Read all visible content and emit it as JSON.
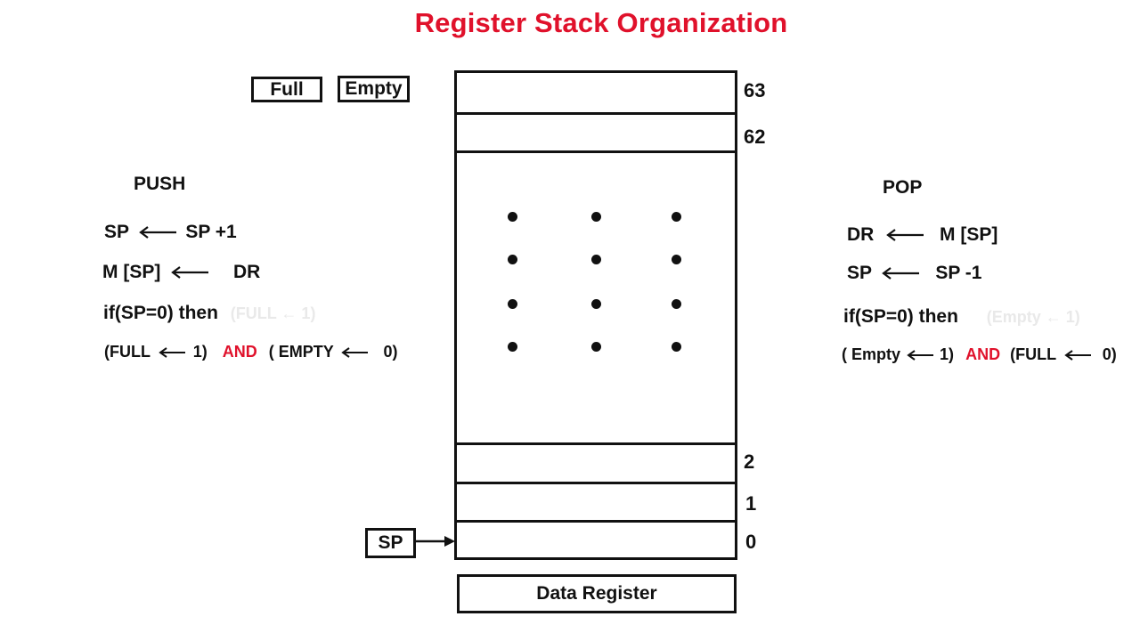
{
  "title": "Register Stack Organization",
  "flags": {
    "full": "Full",
    "empty": "Empty"
  },
  "stack": {
    "indices": {
      "i63": "63",
      "i62": "62",
      "i2": "2",
      "i1": "1",
      "i0": "0"
    }
  },
  "sp_box": "SP",
  "data_register": "Data Register",
  "push": {
    "heading": "PUSH",
    "line1": {
      "left": "SP",
      "right": "SP +1"
    },
    "line2": {
      "left": "M [SP]",
      "right": "DR"
    },
    "line3": {
      "text": "if(SP=0) then",
      "faded": "(FULL ← 1)"
    },
    "line4": {
      "part1": "(FULL",
      "part1b": "1)",
      "and": "AND",
      "part2": "( EMPTY",
      "part2b": "0)"
    }
  },
  "pop": {
    "heading": "POP",
    "line1": {
      "left": "DR",
      "right": "M [SP]"
    },
    "line2": {
      "left": "SP",
      "right": "SP -1"
    },
    "line3": {
      "text": "if(SP=0) then",
      "faded": "(Empty ← 1)"
    },
    "line4": {
      "part1": "( Empty",
      "part1b": "1)",
      "and": "AND",
      "part2": "(FULL",
      "part2b": "0)"
    }
  },
  "colors": {
    "accent": "#e0112b",
    "ink": "#111111"
  }
}
